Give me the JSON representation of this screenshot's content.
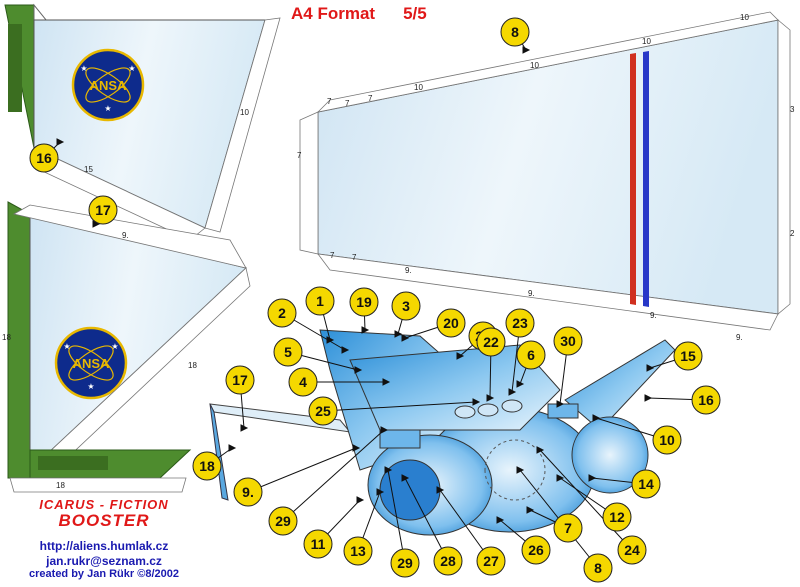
{
  "header": {
    "title": "A4 Format",
    "page": "5/5"
  },
  "credits": {
    "line1": "ICARUS - FICTION",
    "line2": "BOOSTER",
    "url": "http://aliens.humlak.cz",
    "email": "jan.rukr@seznam.cz",
    "author": "created by Jan Rükr ©8/2002"
  },
  "logo_text": "ANSA",
  "callouts": {
    "p1": "1",
    "p2": "2",
    "p3": "3",
    "p4": "4",
    "p5": "5",
    "p6": "6",
    "p7": "7",
    "p8": "8",
    "p9": "9.",
    "p10": "10",
    "p11": "11",
    "p12": "12",
    "p13": "13",
    "p14": "14",
    "p15": "15",
    "p16": "16",
    "p17": "17",
    "p18": "18",
    "p19": "19",
    "p20": "20",
    "p21": "21",
    "p22": "22",
    "p23": "23",
    "p24": "24",
    "p25": "25",
    "p26": "26",
    "p27": "27",
    "p28": "28",
    "p29a": "29",
    "p29b": "29",
    "p30": "30",
    "part8": "8",
    "part16": "16",
    "part17": "17"
  },
  "tab_labels": {
    "n10": "10",
    "n7": "7",
    "n9": "9.",
    "n15": "15",
    "n18": "18",
    "n3": "3",
    "n2": "2"
  },
  "colors": {
    "callout_fill": "#f5d800",
    "red_title": "#e01818",
    "credit_blue": "#1a1ab0",
    "green_panel": "#4a8a28",
    "sky": "#dcecf6",
    "stripe_red": "#d03020",
    "stripe_blue": "#2838c8",
    "logo_blue": "#0e2b8c",
    "logo_gold": "#e8b800"
  }
}
